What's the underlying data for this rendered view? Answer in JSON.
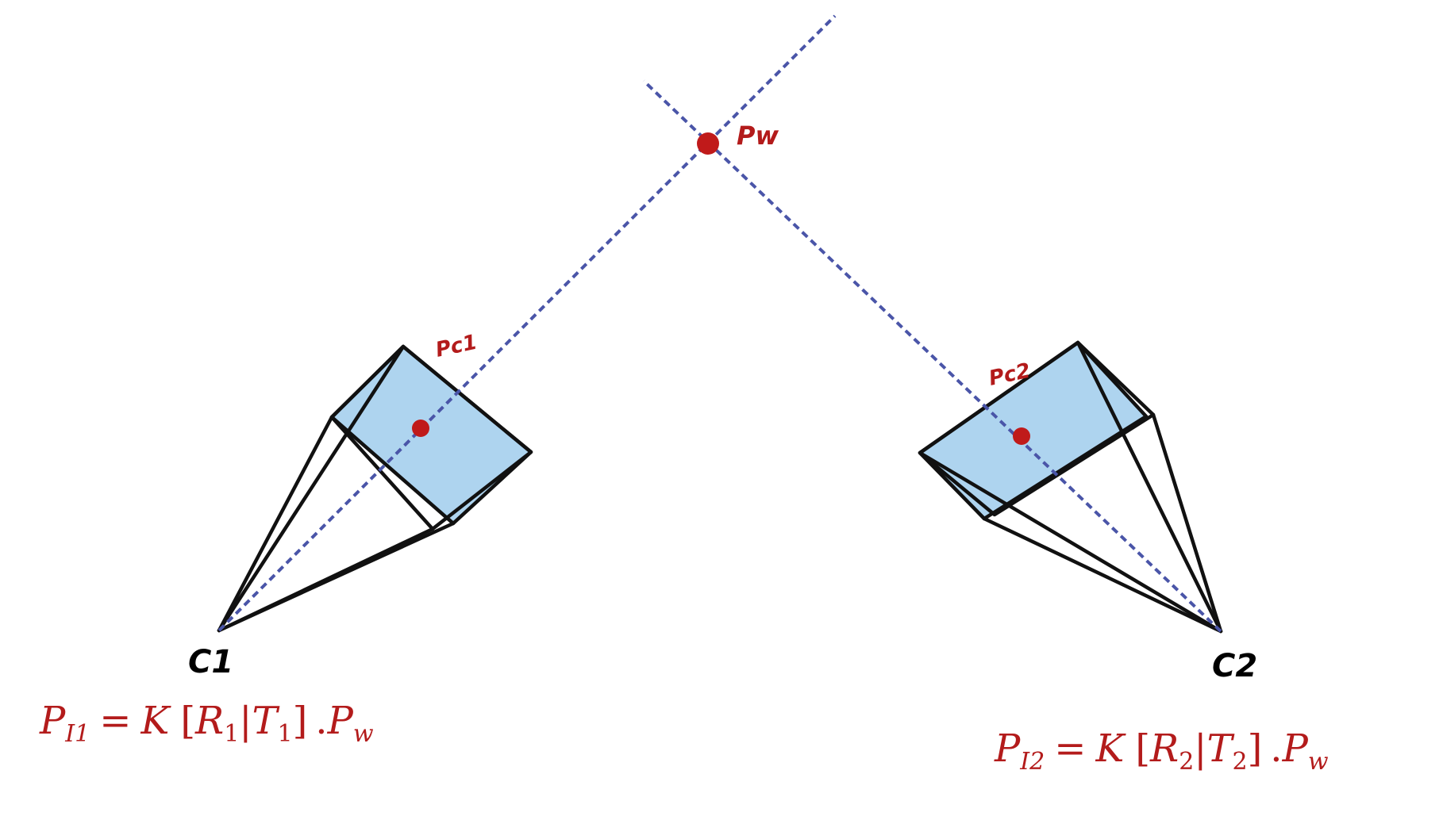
{
  "colors": {
    "ray": "#4a55a8",
    "point": "#c01a1a",
    "label_red": "#b31b1b",
    "image_plane": "#aed4ef",
    "outline": "#111111",
    "camera_label": "#000000"
  },
  "labels": {
    "world_point": "Pw",
    "image_point_1": "Pc1",
    "image_point_2": "Pc2",
    "camera_1": "C1",
    "camera_2": "C2"
  },
  "equations": {
    "eq1": {
      "lhs_var": "P",
      "lhs_sub": "I1",
      "equals": "=",
      "k": "K",
      "open": "[",
      "r": "R",
      "r_sub": "1",
      "bar": "|",
      "t": "T",
      "t_sub": "1",
      "close": "]",
      "dot": ".",
      "pw_var": "P",
      "pw_sub": "w"
    },
    "eq2": {
      "lhs_var": "P",
      "lhs_sub": "I2",
      "equals": "=",
      "k": "K",
      "open": "[",
      "r": "R",
      "r_sub": "2",
      "bar": "|",
      "t": "T",
      "t_sub": "2",
      "close": "]",
      "dot": ".",
      "pw_var": "P",
      "pw_sub": "w"
    }
  }
}
